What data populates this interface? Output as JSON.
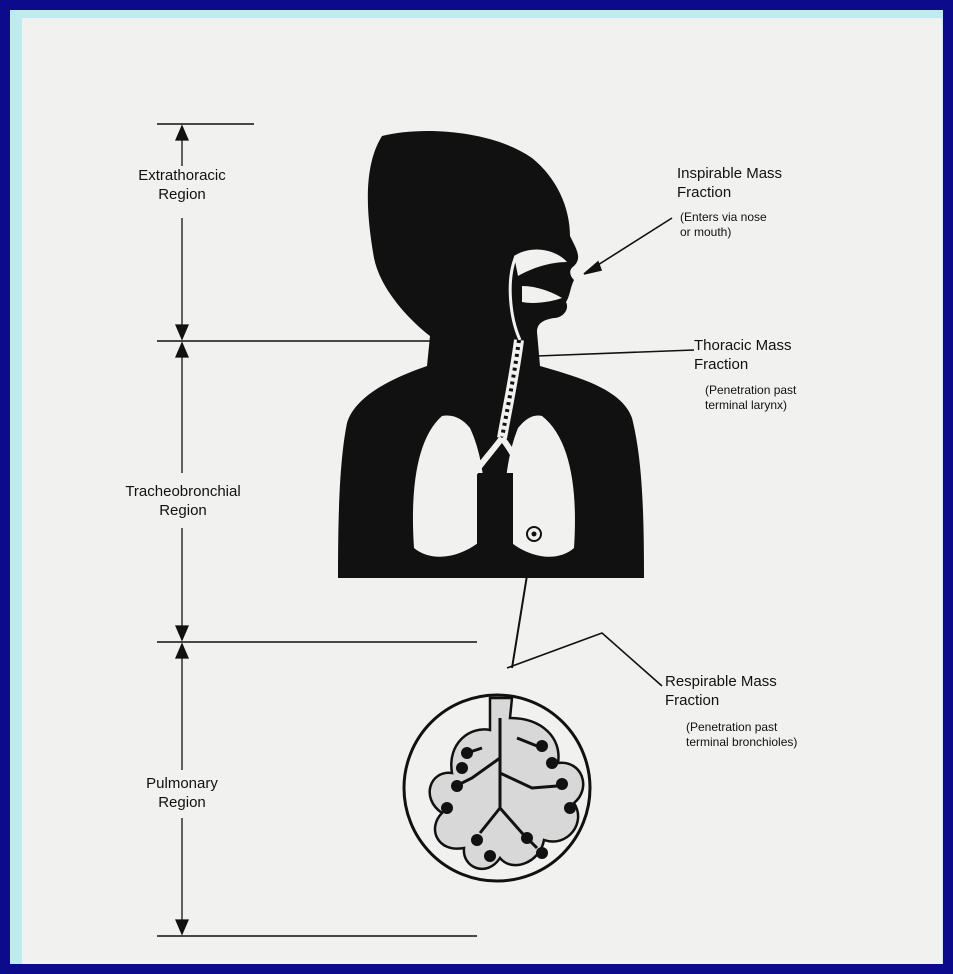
{
  "regions": {
    "extrathoracic": [
      "Extrathoracic",
      "Region"
    ],
    "tracheobronchial": [
      "Tracheobronchial",
      "Region"
    ],
    "pulmonary": [
      "Pulmonary",
      "Region"
    ]
  },
  "fractions": {
    "inspirable": {
      "title": [
        "Inspirable Mass",
        "Fraction"
      ],
      "note": [
        "(Enters via nose",
        "or mouth)"
      ]
    },
    "thoracic": {
      "title": [
        "Thoracic Mass",
        "Fraction"
      ],
      "note": [
        "(Penetration past",
        "terminal larynx)"
      ]
    },
    "respirable": {
      "title": [
        "Respirable Mass",
        "Fraction"
      ],
      "note": [
        "(Penetration past",
        "terminal bronchioles)"
      ]
    }
  },
  "colors": {
    "border": "#0b0b8c",
    "inner_border": "#bfeaf0",
    "paper": "#f1f1ef",
    "ink": "#111111"
  }
}
